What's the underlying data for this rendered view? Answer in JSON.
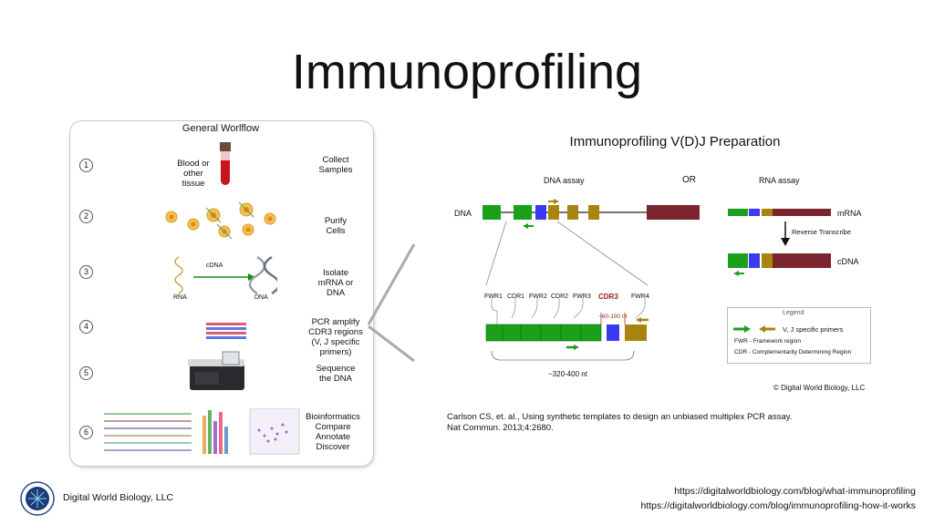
{
  "title": "Immunoprofiling",
  "workflow": {
    "title": "General Worlflow",
    "steps": [
      {
        "num": "1",
        "left": "Blood or\nother\ntissue",
        "desc": "Collect\nSamples"
      },
      {
        "num": "2",
        "desc": "Purify\nCells"
      },
      {
        "num": "3",
        "desc": "Isolate\nmRNA or\nDNA"
      },
      {
        "num": "4",
        "desc": "PCR amplify\nCDR3 regions\n(V, J specific\nprimers)"
      },
      {
        "num": "5",
        "desc": "Sequence\nthe DNA"
      },
      {
        "num": "6",
        "desc": "Bioinformatics\nCompare\nAnnotate\nDiscover"
      }
    ],
    "rna_label": "RNA",
    "dna_label": "DNA",
    "cdna_label": "cDNA"
  },
  "vdj": {
    "title": "Immunoprofiling V(D)J Preparation",
    "dna_assay": "DNA assay",
    "or": "OR",
    "rna_assay": "RNA assay",
    "dna_label": "DNA",
    "mrna_label": "mRNA",
    "cdna_label": "cDNA",
    "reverse_transcribe": "Reverse Transcribe",
    "regions": [
      "FWR1",
      "CDR1",
      "FWR2",
      "CDR2",
      "FWR3",
      "CDR3",
      "FWR4"
    ],
    "nt_small": "~60-100 nt",
    "nt_large": "~320-400 nt",
    "legend": {
      "title": "Legend",
      "primers": "V, J specific primers",
      "fwr": "FWR - Framework region",
      "cdr": "CDR - Complementarity Determining Region"
    },
    "copyright": "© Digital World Biology, LLC"
  },
  "citation": {
    "line1": "Carlson CS, et. al., Using synthetic templates to design an unbiased multiplex PCR assay.",
    "line2": "Nat Commun. 2013;4:2680."
  },
  "footer": {
    "org": "Digital World Biology, LLC",
    "url1": "https://digitalworldbiology.com/blog/what-immunoprofiling",
    "url2": "https://digitalworldbiology.com/blog/immunoprofiling-how-it-works"
  },
  "colors": {
    "green": "#1aa01a",
    "blue": "#3a3af0",
    "gold": "#a8850f",
    "maroon": "#7a2530"
  }
}
